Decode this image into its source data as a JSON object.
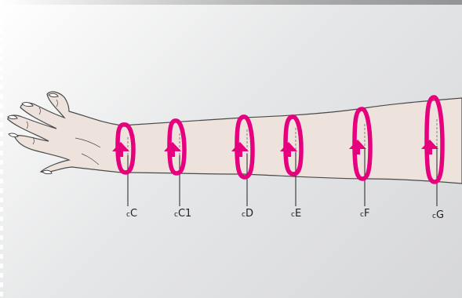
{
  "diagram": {
    "accent_color": "#e6007e",
    "skin_color": "#eee3dc",
    "outline_color": "#4a4a4a",
    "labels": [
      {
        "prefix": "c",
        "text": "C"
      },
      {
        "prefix": "c",
        "text": "C1"
      },
      {
        "prefix": "c",
        "text": "D"
      },
      {
        "prefix": "c",
        "text": "E"
      },
      {
        "prefix": "c",
        "text": "F"
      },
      {
        "prefix": "c",
        "text": "G"
      }
    ]
  }
}
